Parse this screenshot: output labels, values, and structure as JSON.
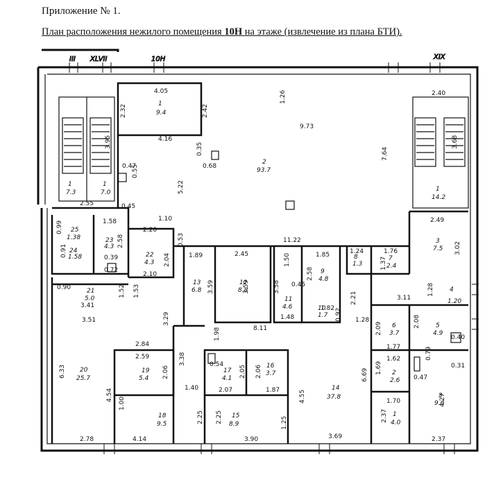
{
  "header": {
    "appendix": "Приложение № 1.",
    "title_pre": "План расположения нежилого помещения ",
    "title_bold": "10Н",
    "title_post": " на этаже (извлечение из плана БТИ)."
  },
  "axis_labels": [
    "III",
    "XLVII",
    "10Н",
    "XIX"
  ],
  "rooms": [
    {
      "num": "1",
      "area": "9.4"
    },
    {
      "num": "2",
      "area": "93.7"
    },
    {
      "num": "1",
      "area": "7.3"
    },
    {
      "num": "1",
      "area": "7.0"
    },
    {
      "num": "1",
      "area": "14.2"
    },
    {
      "num": "25",
      "area": "1.38"
    },
    {
      "num": "23",
      "area": "4.3"
    },
    {
      "num": "24",
      "area": "1.58"
    },
    {
      "num": "22",
      "area": "4.3"
    },
    {
      "num": "21",
      "area": "5.0"
    },
    {
      "num": "20",
      "area": "25.7"
    },
    {
      "num": "13",
      "area": "6.8"
    },
    {
      "num": "12",
      "area": "8.8"
    },
    {
      "num": "11",
      "area": "4.6"
    },
    {
      "num": "9",
      "area": "4.8"
    },
    {
      "num": "8",
      "area": "1.3"
    },
    {
      "num": "7",
      "area": "2.4"
    },
    {
      "num": "3",
      "area": "7.5"
    },
    {
      "num": "10",
      "area": "1.7"
    },
    {
      "num": "6",
      "area": "3.7"
    },
    {
      "num": "5",
      "area": "4.9"
    },
    {
      "num": "4",
      "area": "1.20"
    },
    {
      "num": "19",
      "area": "5.4"
    },
    {
      "num": "17",
      "area": "4.1"
    },
    {
      "num": "16",
      "area": "3.7"
    },
    {
      "num": "14",
      "area": "37.8"
    },
    {
      "num": "2",
      "area": "2.6"
    },
    {
      "num": "3",
      "area": "9.6"
    },
    {
      "num": "18",
      "area": "9.5"
    },
    {
      "num": "15",
      "area": "8.9"
    },
    {
      "num": "1",
      "area": "4.0"
    }
  ],
  "dimensions": [
    "4.05",
    "2.32",
    "2.42",
    "1.26",
    "9.73",
    "2.40",
    "4.16",
    "0.35",
    "0.68",
    "0.47",
    "0.55",
    "5.22",
    "2.55",
    "0.45",
    "1.10",
    "3.95",
    "7.64",
    "3.68",
    "1.58",
    "0.99",
    "2.58",
    "2.20",
    "0.53",
    "2.04",
    "2.10",
    "0.91",
    "0.39",
    "0.72",
    "11.22",
    "1.89",
    "2.45",
    "1.50",
    "1.85",
    "1.24",
    "1.76",
    "2.49",
    "3.02",
    "0.90",
    "1.52",
    "3.41",
    "1.53",
    "3.59",
    "3.59",
    "3.58",
    "0.45",
    "2.58",
    "1.37",
    "1.28",
    "3.51",
    "3.29",
    "1.48",
    "1.82",
    "0.92",
    "2.21",
    "3.11",
    "2.84",
    "8.11",
    "1.98",
    "1.28",
    "2.09",
    "2.08",
    "1.77",
    "0.40",
    "2.59",
    "2.06",
    "3.38",
    "0.54",
    "2.05",
    "2.06",
    "1.62",
    "0.79",
    "0.31",
    "6.33",
    "4.54",
    "1.40",
    "2.07",
    "1.87",
    "4.55",
    "6.69",
    "1.69",
    "0.47",
    "4.27",
    "1.00",
    "2.25",
    "2.25",
    "1.25",
    "1.70",
    "2.37",
    "2.78",
    "4.14",
    "3.90",
    "3.69",
    "2.37"
  ]
}
